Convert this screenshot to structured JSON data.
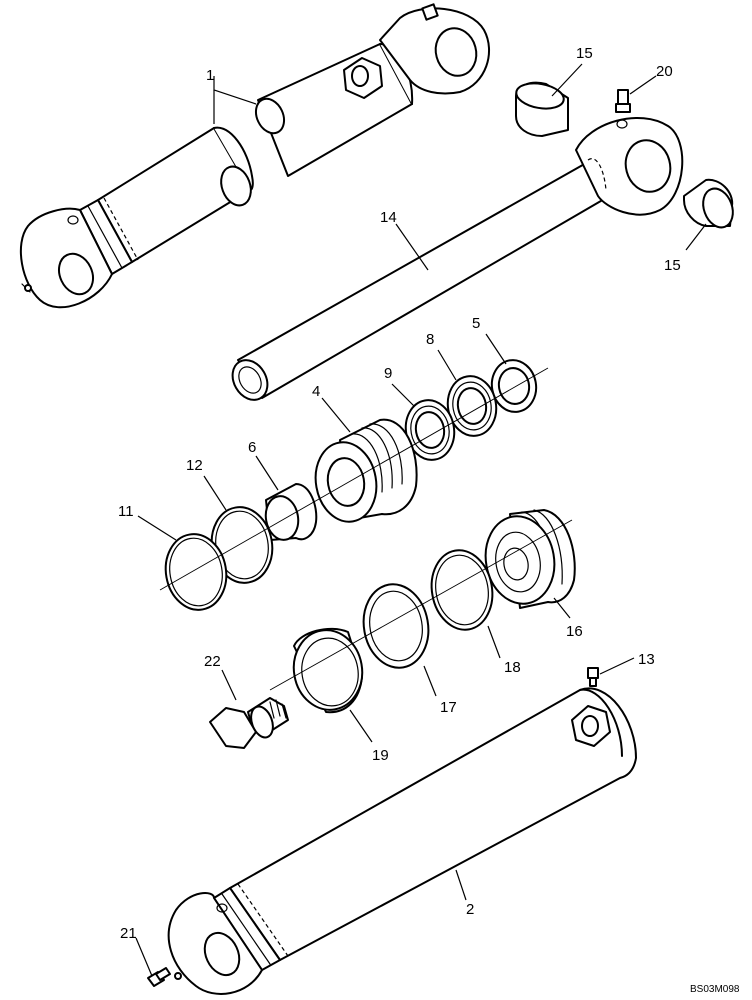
{
  "callouts": {
    "c1": "1",
    "c2": "2",
    "c4": "4",
    "c5": "5",
    "c6": "6",
    "c8": "8",
    "c9": "9",
    "c11": "11",
    "c12": "12",
    "c13": "13",
    "c14": "14",
    "c15a": "15",
    "c15b": "15",
    "c16": "16",
    "c17": "17",
    "c18": "18",
    "c19": "19",
    "c20": "20",
    "c21": "21",
    "c22": "22"
  },
  "drawing_code": "BS03M098"
}
